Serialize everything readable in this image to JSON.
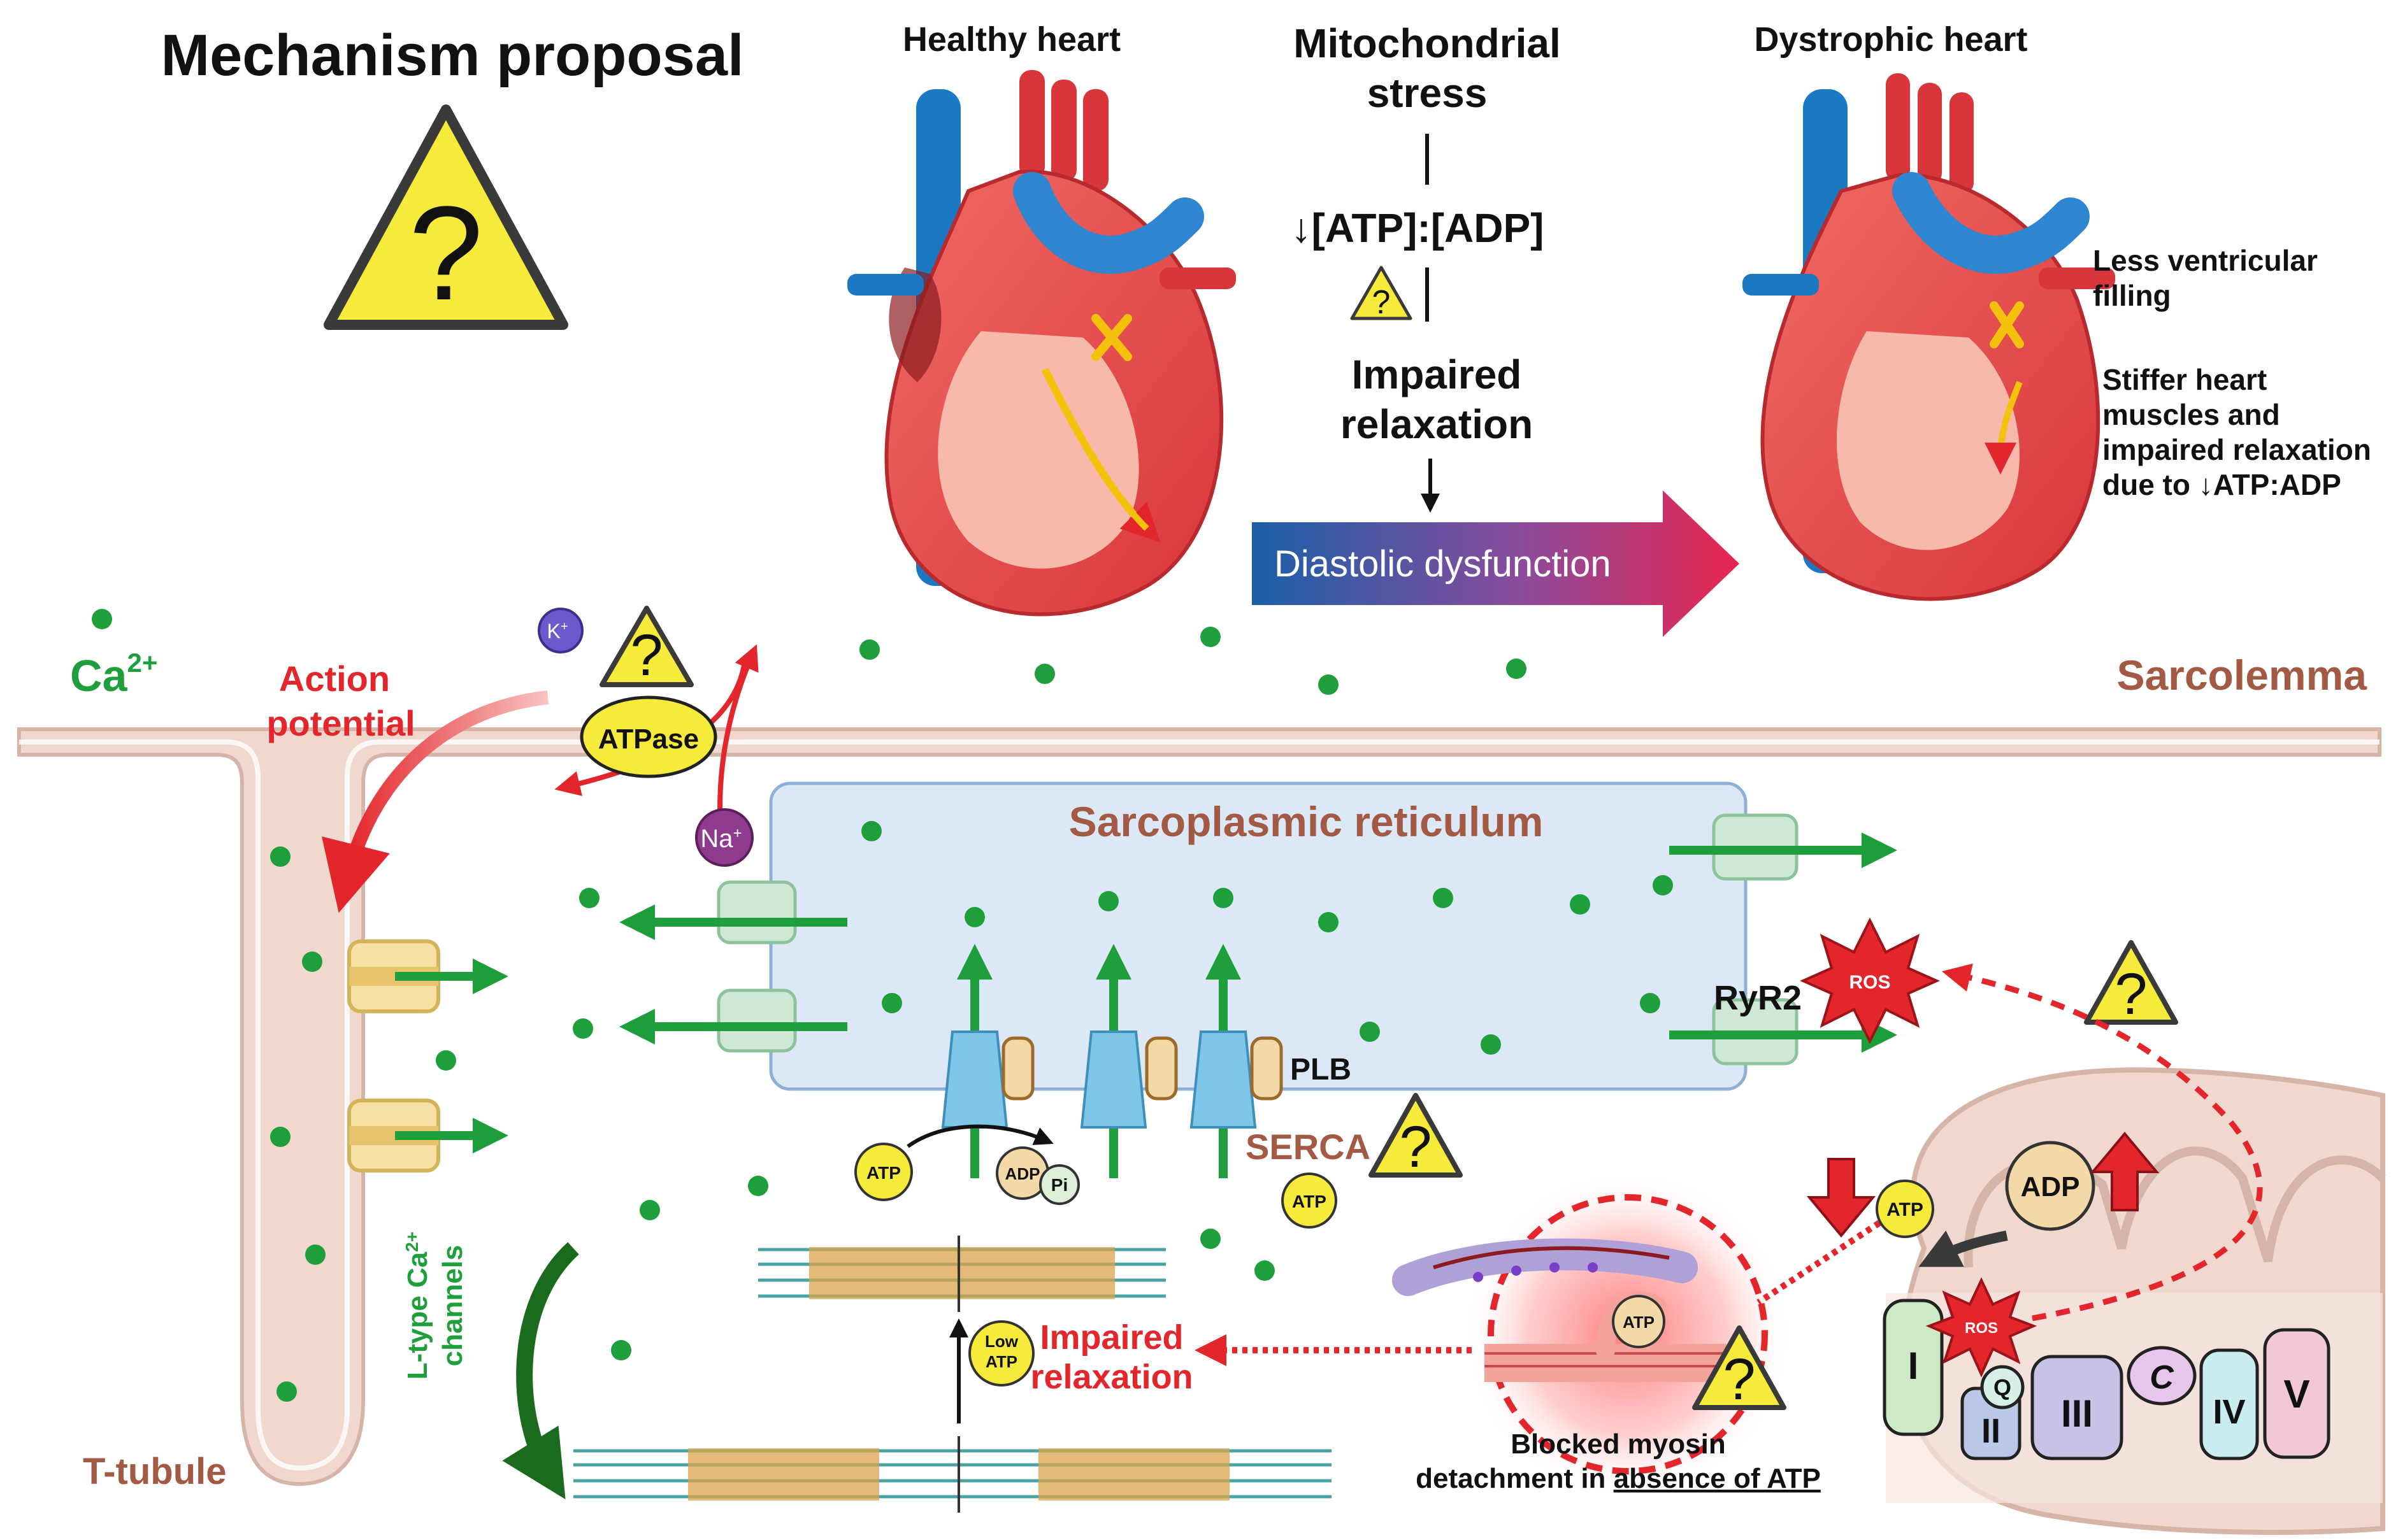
{
  "title": "Mechanism proposal",
  "warning_symbol": "?",
  "top": {
    "healthy_heart_label": "Healthy heart",
    "dystrophic_heart_label": "Dystrophic heart",
    "mito_stress_line1": "Mitochondrial",
    "mito_stress_line2": "stress",
    "ratio_label": "↓[ATP]:[ADP]",
    "impaired_relax_line1": "Impaired",
    "impaired_relax_line2": "relaxation",
    "diastolic_label": "Diastolic dysfunction",
    "less_filling_line1": "Less ventricular",
    "less_filling_line2": "filling",
    "stiffer_line1": "Stiffer heart",
    "stiffer_line2": "muscles and",
    "stiffer_line3": "impaired relaxation",
    "stiffer_line4": "due to ↓ATP:ADP"
  },
  "cell": {
    "calcium_label": "Ca",
    "calcium_sup": "2+",
    "action_potential_line1": "Action",
    "action_potential_line2": "potential",
    "sarcolemma_label": "Sarcolemma",
    "sr_label": "Sarcoplasmic reticulum",
    "atpase_label": "ATPase",
    "k_label": "K",
    "k_sup": "+",
    "na_label": "Na",
    "na_sup": "+",
    "ryr2_label": "RyR2",
    "plb_label": "PLB",
    "serca_label": "SERCA",
    "atp_label": "ATP",
    "adp_label": "ADP",
    "pi_label": "Pi",
    "low_atp_line1": "Low",
    "low_atp_line2": "ATP",
    "impaired_relax_line1": "Impaired",
    "impaired_relax_line2": "relaxation",
    "ltype_line1": "L-type Ca",
    "ltype_sup": "2+",
    "ltype_line2": "channels",
    "ttubule_label": "T-tubule",
    "ros_label": "ROS",
    "myosin_line1": "Blocked myosin",
    "myosin_line2_prefix": "detachment in ",
    "myosin_line2_underlined": "absence of ATP",
    "complex_I": "I",
    "complex_II": "II",
    "complex_III": "III",
    "complex_IV": "IV",
    "complex_V": "V",
    "complex_C": "C",
    "complex_Q": "Q"
  },
  "colors": {
    "calcium_green": "#1f9e3c",
    "membrane_pink": "#f0d8cf",
    "sr_blue": "#dce8f5",
    "warning_yellow": "#f6ea3a",
    "red_arrow": "#e3262b",
    "brown_label": "#a35a44",
    "diastolic_blue": "#1b5fa8",
    "diastolic_red": "#e8254f"
  }
}
